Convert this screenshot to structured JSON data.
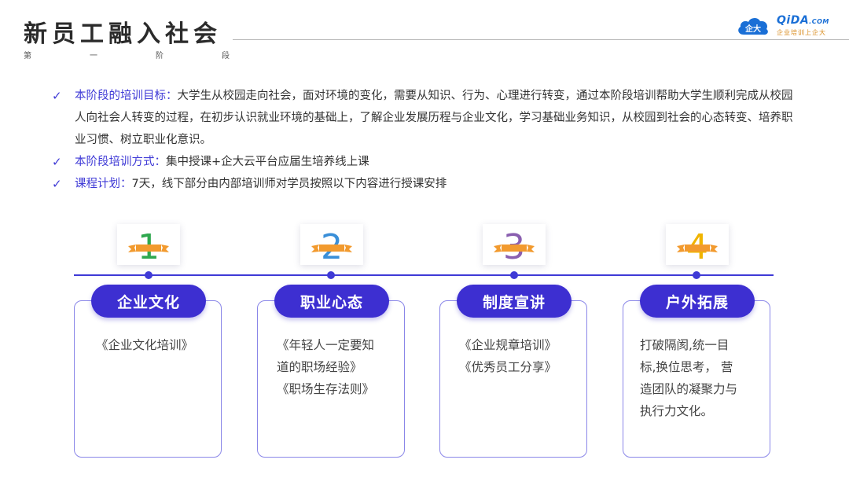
{
  "header": {
    "title": "新员工融入社会",
    "sub_chars": [
      "第",
      "一",
      "阶",
      "段"
    ]
  },
  "logo": {
    "brand_main": "QiDA",
    "brand_suffix": ".COM",
    "tagline": "企业培训上企大",
    "mark_text": "企大"
  },
  "bullets": [
    {
      "label": "本阶段的培训目标：",
      "text": "大学生从校园走向社会，面对环境的变化，需要从知识、行为、心理进行转变，通过本阶段培训帮助大学生顺利完成从校园人向社会人转变的过程，在初步认识就业环境的基础上，了解企业发展历程与企业文化，学习基础业务知识，从校园到社会的心态转变、培养职业习惯、树立职业化意识。"
    },
    {
      "label": "本阶段培训方式：",
      "text": "集中授课+企大云平台应届生培养线上课"
    },
    {
      "label": "课程计划：",
      "text": "7天，线下部分由内部培训师对学员按照以下内容进行授课安排"
    }
  ],
  "steps": [
    {
      "number": "1",
      "number_color": "#2fa84f",
      "title": "企业文化",
      "lines": [
        "《企业文化培训》"
      ]
    },
    {
      "number": "2",
      "number_color": "#3a8fd8",
      "title": "职业心态",
      "lines": [
        "《年轻人一定要知",
        "道的职场经验》",
        "《职场生存法则》"
      ]
    },
    {
      "number": "3",
      "number_color": "#8a5fb0",
      "title": "制度宣讲",
      "lines": [
        "《企业规章培训》",
        "《优秀员工分享》"
      ]
    },
    {
      "number": "4",
      "number_color": "#f0b400",
      "title": "户外拓展",
      "lines": [
        "打破隔阂,统一目",
        "标,换位思考， 营",
        "造团队的凝聚力与",
        "执行力文化。"
      ]
    }
  ],
  "colors": {
    "accent": "#3f3ad6",
    "pill": "#3d2fd1",
    "ribbon": "#f29a2e"
  }
}
